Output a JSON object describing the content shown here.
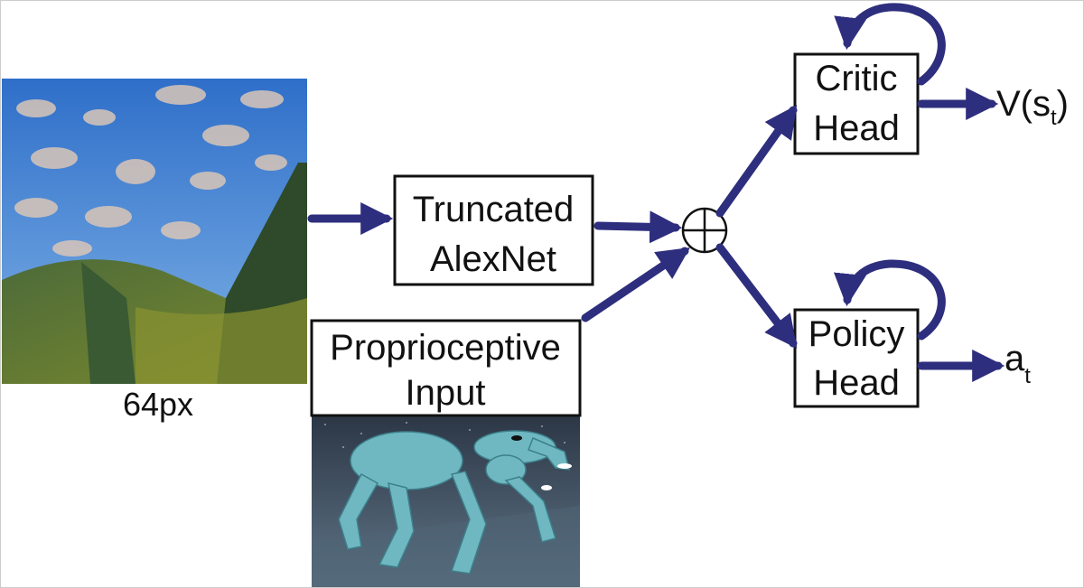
{
  "diagram": {
    "image_caption": "64px",
    "nodes": {
      "alexnet": {
        "line1": "Truncated",
        "line2": "AlexNet"
      },
      "proprio": {
        "line1": "Proprioceptive",
        "line2": "Input"
      },
      "critic": {
        "line1": "Critic",
        "line2": "Head"
      },
      "policy": {
        "line1": "Policy",
        "line2": "Head"
      }
    },
    "outputs": {
      "value": {
        "main": "V(s",
        "sub": "t",
        "close": ")"
      },
      "action": {
        "main": "a",
        "sub": "t"
      }
    },
    "merge_symbol": "⊕",
    "colors": {
      "arrow": "#2e2e7e",
      "box_border": "#111111",
      "sky": "#3f7fd0",
      "ground": "#5a7a3a",
      "robot": "#6fb8c2",
      "floor": "#3a4a58"
    }
  }
}
